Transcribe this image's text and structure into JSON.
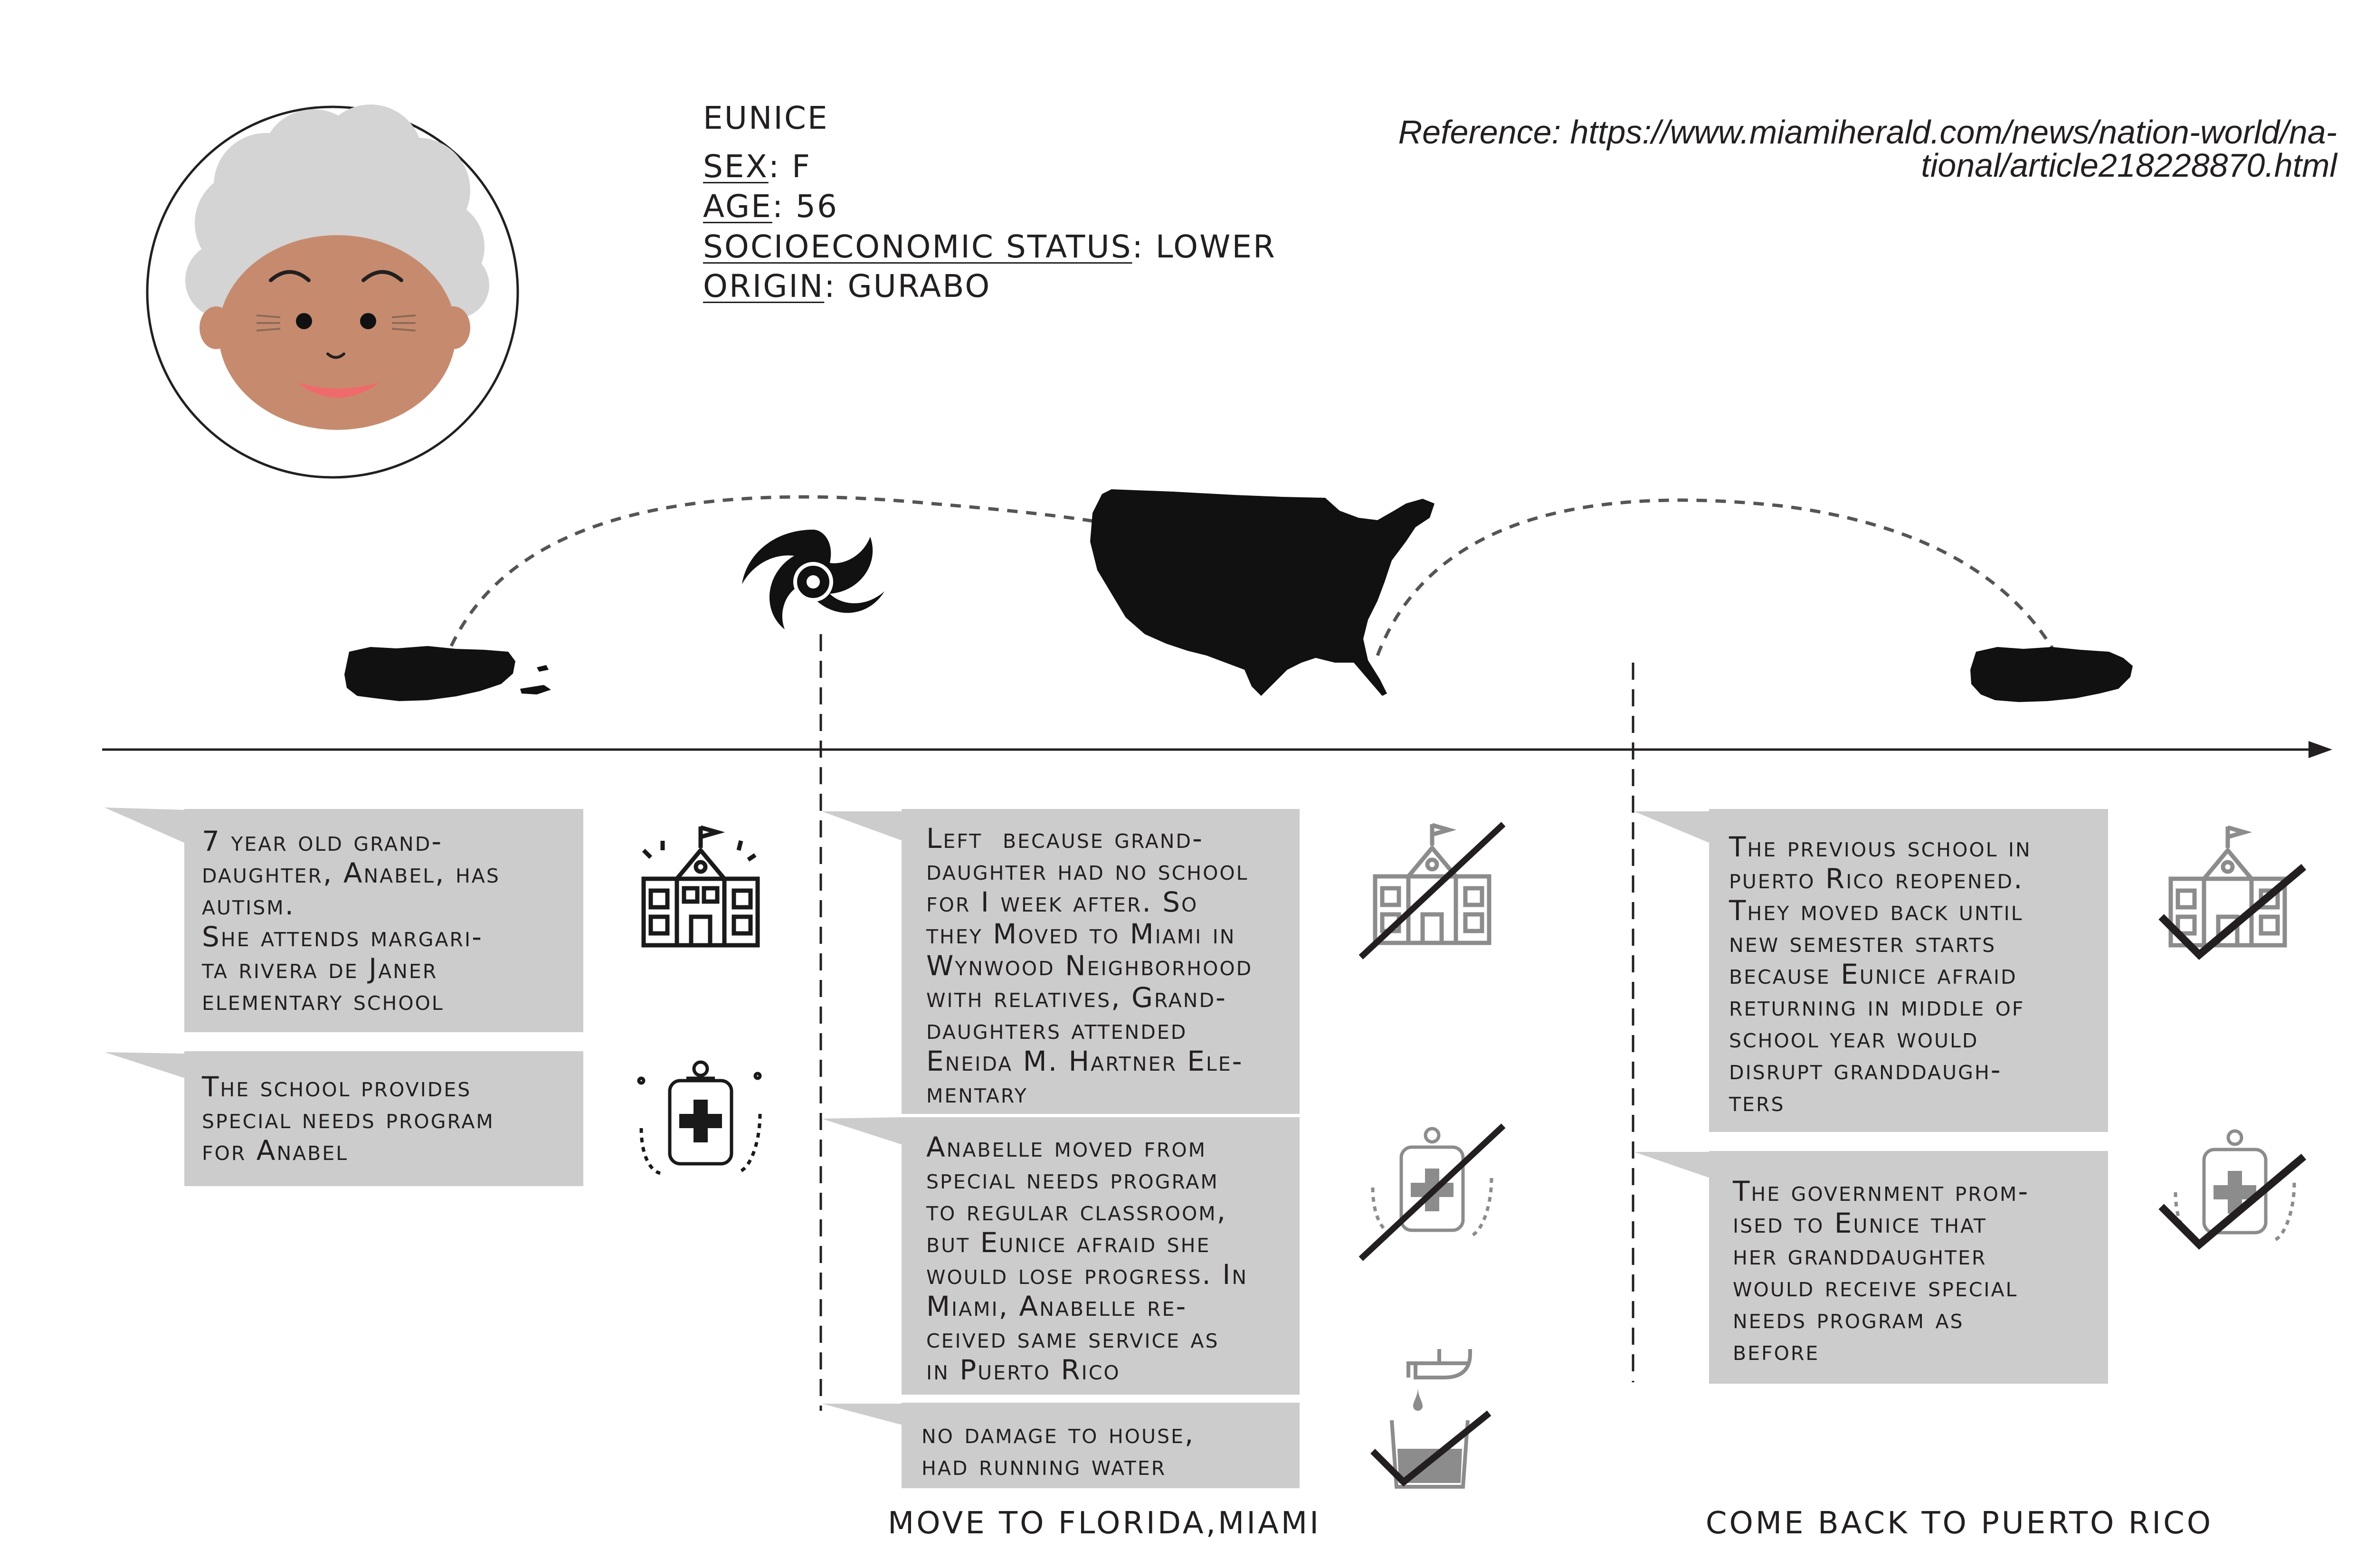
{
  "profile": {
    "name": "EUNICE",
    "sex_label": "SEX",
    "sex_value": ": F",
    "age_label": "AGE",
    "age_value": ": 56",
    "ses_label": "SOCIOECONOMIC STATUS",
    "ses_value": ": LOWER",
    "origin_label": "ORIGIN",
    "origin_value": ": GURABO"
  },
  "reference": {
    "line1": "Reference:  https://www.miamiherald.com/news/nation-world/na-",
    "line2": "tional/article218228870.html"
  },
  "phases": [
    {
      "label": "",
      "boxes": [
        "7 year old grand-\ndaughter, Anabel, has\nautism.\nShe attends margari-\nta rivera de Janer\nelementary school",
        "The school provides\nspecial needs program\nfor Anabel"
      ]
    },
    {
      "label": "MOVE TO FLORIDA,MIAMI",
      "boxes": [
        "Left  because grand-\ndaughter had no school\nfor I week after. So\nthey Moved to Miami in\nWynwood Neighborhood\nwith relatives, Grand-\ndaughters attended\nEneida M. Hartner Ele-\nmentary",
        "Anabelle moved from\nspecial needs program\nto regular classroom,\nbut Eunice afraid she\nwould lose progress. In\nMiami, Anabelle re-\nceived same service as\nin Puerto Rico",
        "no damage to house,\nhad running water"
      ]
    },
    {
      "label": "COME BACK TO PUERTO RICO",
      "boxes": [
        "The previous school in\npuerto Rico reopened.\nThey moved back until\nnew semester starts\nbecause Eunice afraid\nreturning in middle of\nschool year would\ndisrupt granddaugh-\nters",
        "The government prom-\nised to Eunice that\nher granddaughter\nwould receive special\nneeds program as\nbefore"
      ]
    }
  ],
  "icons": {
    "avatar": "grandmother-avatar",
    "origin_map": "puerto-rico-map-icon",
    "hurricane": "hurricane-icon",
    "destination_map": "usa-map-icon",
    "return_map": "puerto-rico-map-icon",
    "school": "school-building-icon",
    "medical": "medical-iv-bag-icon",
    "water": "water-faucet-icon",
    "crossed": "strike-through-icon",
    "check": "check-mark-icon"
  },
  "colors": {
    "text": "#231f20",
    "box_fill": "#cccccc",
    "icon_dark": "#1a1a1a",
    "icon_gray": "#8c8c8c",
    "hair": "#d4d4d4",
    "skin": "#c68b6e",
    "lips": "#ef6b6b"
  }
}
